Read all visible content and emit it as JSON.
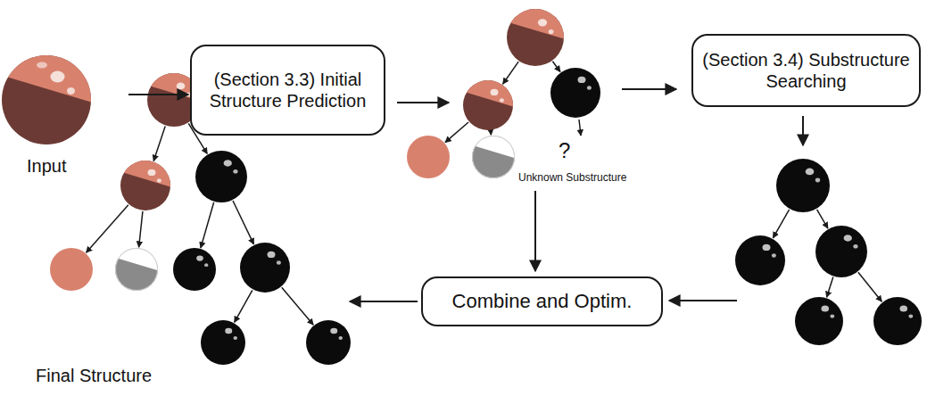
{
  "diagram": {
    "nodes": [
      {
        "text": [
          "Input"
        ]
      },
      {
        "text": [
          "(Section 3.3) Initial Structure Prediction"
        ]
      },
      {
        "text": [
          "(Section 3.4) Substructure Searching"
        ]
      },
      {
        "text": [
          "Combine and Optim."
        ]
      },
      {
        "text": [
          "Final Structure"
        ]
      }
    ],
    "edges": [
      {
        "from": 0,
        "to": 1,
        "arrow": "to"
      },
      {
        "from": 3,
        "to": 4,
        "arrow": "to"
      }
    ],
    "labels": [
      "?",
      "Unknown Substructure"
    ]
  }
}
